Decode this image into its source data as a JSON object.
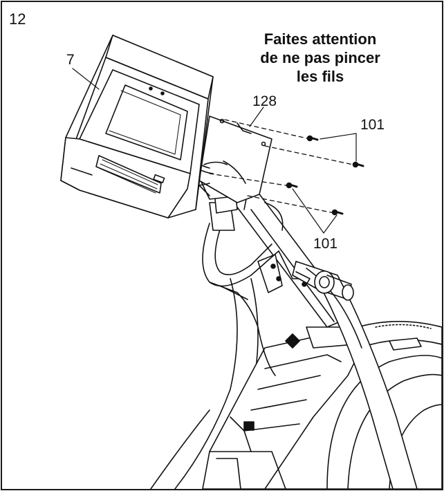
{
  "step_number": "12",
  "warning_lines": [
    "Faites attention",
    "de ne pas pincer",
    "les fils"
  ],
  "callouts": {
    "console": "7",
    "bracket": "128",
    "screws_top": "101",
    "screws_bottom": "101"
  },
  "colors": {
    "ink": "#111111",
    "paper": "#ffffff"
  }
}
